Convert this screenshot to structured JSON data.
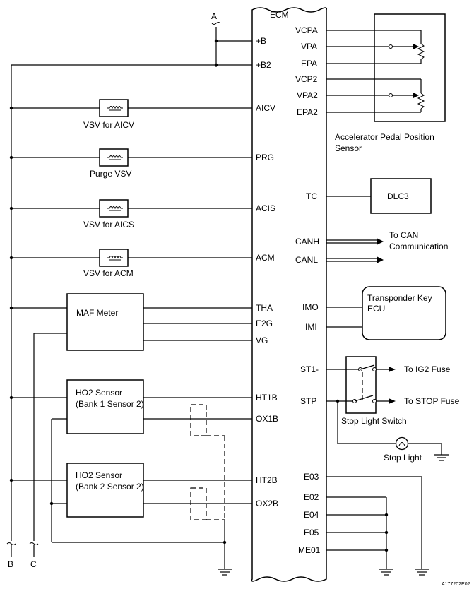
{
  "ecm": {
    "title": "ECM",
    "pins_left": {
      "b": "+B",
      "b2": "+B2",
      "aicv": "AICV",
      "prg": "PRG",
      "acis": "ACIS",
      "acm": "ACM",
      "tha": "THA",
      "e2g": "E2G",
      "vg": "VG",
      "ht1b": "HT1B",
      "ox1b": "OX1B",
      "ht2b": "HT2B",
      "ox2b": "OX2B"
    },
    "pins_right": {
      "vcpa": "VCPA",
      "vpa": "VPA",
      "epa": "EPA",
      "vcp2": "VCP2",
      "vpa2": "VPA2",
      "epa2": "EPA2",
      "tc": "TC",
      "canh": "CANH",
      "canl": "CANL",
      "imo": "IMO",
      "imi": "IMI",
      "st1": "ST1-",
      "stp": "STP",
      "e03": "E03",
      "e02": "E02",
      "e04": "E04",
      "e05": "E05",
      "me01": "ME01"
    }
  },
  "components": {
    "vsv_aicv": "VSV for AICV",
    "purge_vsv": "Purge VSV",
    "vsv_aics": "VSV for AICS",
    "vsv_acm": "VSV for ACM",
    "maf": "MAF Meter",
    "ho2_b1_line1": "HO2 Sensor",
    "ho2_b1_line2": "(Bank 1 Sensor 2)",
    "ho2_b2_line1": "HO2 Sensor",
    "ho2_b2_line2": "(Bank 2 Sensor 2)",
    "appos_line1": "Accelerator Pedal Position",
    "appos_line2": "Sensor",
    "dlc3": "DLC3",
    "can_line1": "To CAN",
    "can_line2": "Communication",
    "tk_line1": "Transponder Key",
    "tk_line2": "ECU",
    "to_ig2": "To IG2 Fuse",
    "to_stop": "To STOP Fuse",
    "stop_switch": "Stop Light Switch",
    "stop_light": "Stop Light"
  },
  "connectors": {
    "a": "A",
    "b": "B",
    "c": "C"
  },
  "figure_id": "A177202E02"
}
